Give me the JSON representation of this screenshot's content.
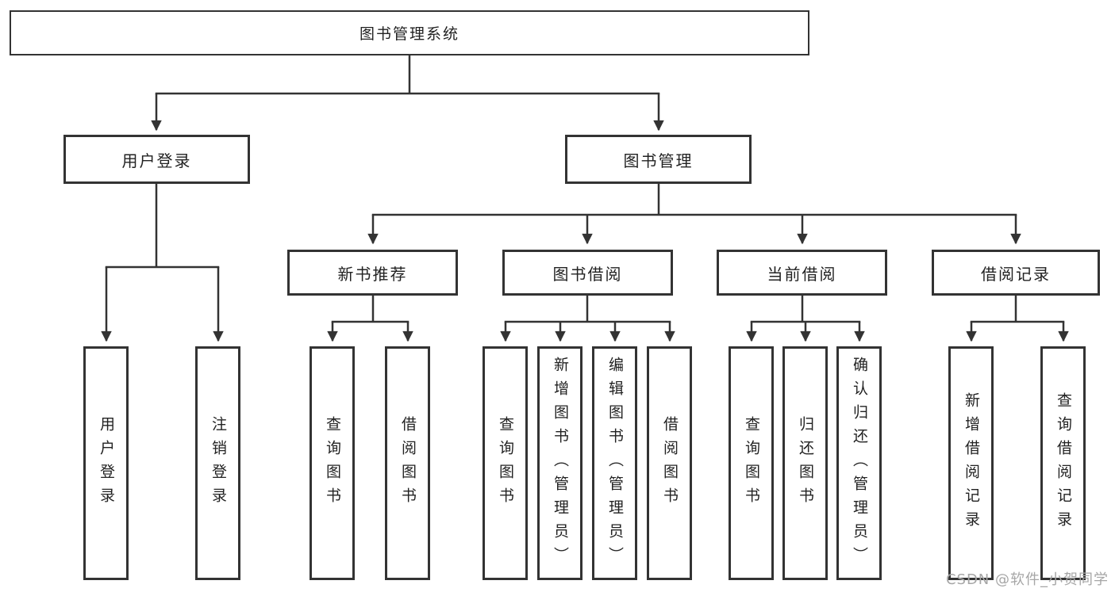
{
  "diagram": {
    "root": {
      "label": "图书管理系统"
    },
    "level2": [
      {
        "label": "用户登录"
      },
      {
        "label": "图书管理"
      }
    ],
    "level3": [
      {
        "label": "新书推荐"
      },
      {
        "label": "图书借阅"
      },
      {
        "label": "当前借阅"
      },
      {
        "label": "借阅记录"
      }
    ],
    "leaves": [
      {
        "label": "用户登录",
        "parent": "用户登录"
      },
      {
        "label": "注销登录",
        "parent": "用户登录"
      },
      {
        "label": "查询图书",
        "parent": "新书推荐"
      },
      {
        "label": "借阅图书",
        "parent": "新书推荐"
      },
      {
        "label": "查询图书",
        "parent": "图书借阅"
      },
      {
        "label": "新增图书（管理员）",
        "parent": "图书借阅"
      },
      {
        "label": "编辑图书（管理员）",
        "parent": "图书借阅"
      },
      {
        "label": "借阅图书",
        "parent": "图书借阅"
      },
      {
        "label": "查询图书",
        "parent": "当前借阅"
      },
      {
        "label": "归还图书",
        "parent": "当前借阅"
      },
      {
        "label": "确认归还（管理员）",
        "parent": "当前借阅"
      },
      {
        "label": "新增借阅记录",
        "parent": "借阅记录"
      },
      {
        "label": "查询借阅记录",
        "parent": "借阅记录"
      }
    ],
    "watermark": "CSDN @软件_小贺同学",
    "colors": {
      "line": "#333333",
      "box_border": "#333333",
      "text": "#222222",
      "watermark": "#a6a6a6",
      "background": "#ffffff"
    }
  }
}
